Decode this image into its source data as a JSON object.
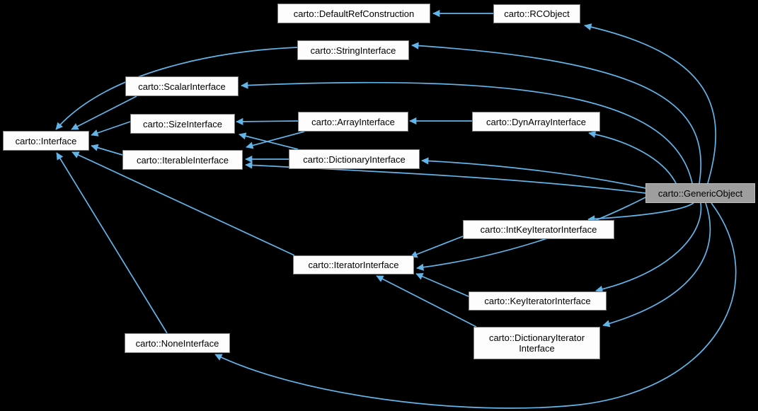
{
  "diagram": {
    "kind": "class-inheritance-graph",
    "colors": {
      "background": "#000000",
      "edge": "#63b4e8",
      "node_fill": "#fdfdfd",
      "node_border": "#7d7d7d",
      "node_text": "#000000",
      "highlight_fill": "#9e9e9e",
      "highlight_border": "#bdbdbd"
    },
    "nodes": [
      {
        "id": "defaultrefconstruction",
        "label": "carto::DefaultRefConstruction",
        "highlighted": false
      },
      {
        "id": "rcobject",
        "label": "carto::RCObject",
        "highlighted": false
      },
      {
        "id": "stringinterface",
        "label": "carto::StringInterface",
        "highlighted": false
      },
      {
        "id": "scalarinterface",
        "label": "carto::ScalarInterface",
        "highlighted": false
      },
      {
        "id": "interface",
        "label": "carto::Interface",
        "highlighted": false
      },
      {
        "id": "sizeinterface",
        "label": "carto::SizeInterface",
        "highlighted": false
      },
      {
        "id": "iterableinterface",
        "label": "carto::IterableInterface",
        "highlighted": false
      },
      {
        "id": "arrayinterface",
        "label": "carto::ArrayInterface",
        "highlighted": false
      },
      {
        "id": "dynarrayinterface",
        "label": "carto::DynArrayInterface",
        "highlighted": false
      },
      {
        "id": "dictionaryinterface",
        "label": "carto::DictionaryInterface",
        "highlighted": false
      },
      {
        "id": "genericobject",
        "label": "carto::GenericObject",
        "highlighted": true
      },
      {
        "id": "intkeyiteratorinterface",
        "label": "carto::IntKeyIteratorInterface",
        "highlighted": false
      },
      {
        "id": "iteratorinterface",
        "label": "carto::IteratorInterface",
        "highlighted": false
      },
      {
        "id": "keyiteratorinterface",
        "label": "carto::KeyIteratorInterface",
        "highlighted": false
      },
      {
        "id": "dictionaryiteratorinterface",
        "label": "carto::DictionaryIterator\nInterface",
        "highlighted": false
      },
      {
        "id": "noneinterface",
        "label": "carto::NoneInterface",
        "highlighted": false
      }
    ],
    "edges": [
      {
        "from": "rcobject",
        "to": "defaultrefconstruction"
      },
      {
        "from": "stringinterface",
        "to": "interface"
      },
      {
        "from": "scalarinterface",
        "to": "interface"
      },
      {
        "from": "sizeinterface",
        "to": "interface"
      },
      {
        "from": "iterableinterface",
        "to": "interface"
      },
      {
        "from": "iteratorinterface",
        "to": "interface"
      },
      {
        "from": "noneinterface",
        "to": "interface"
      },
      {
        "from": "arrayinterface",
        "to": "sizeinterface"
      },
      {
        "from": "arrayinterface",
        "to": "iterableinterface"
      },
      {
        "from": "dictionaryinterface",
        "to": "sizeinterface"
      },
      {
        "from": "dictionaryinterface",
        "to": "iterableinterface"
      },
      {
        "from": "dynarrayinterface",
        "to": "arrayinterface"
      },
      {
        "from": "intkeyiteratorinterface",
        "to": "iteratorinterface"
      },
      {
        "from": "keyiteratorinterface",
        "to": "iteratorinterface"
      },
      {
        "from": "dictionaryiteratorinterface",
        "to": "iteratorinterface"
      },
      {
        "from": "genericobject",
        "to": "rcobject"
      },
      {
        "from": "genericobject",
        "to": "stringinterface"
      },
      {
        "from": "genericobject",
        "to": "scalarinterface"
      },
      {
        "from": "genericobject",
        "to": "dynarrayinterface"
      },
      {
        "from": "genericobject",
        "to": "dictionaryinterface"
      },
      {
        "from": "genericobject",
        "to": "iterableinterface"
      },
      {
        "from": "genericobject",
        "to": "intkeyiteratorinterface"
      },
      {
        "from": "genericobject",
        "to": "iteratorinterface"
      },
      {
        "from": "genericobject",
        "to": "keyiteratorinterface"
      },
      {
        "from": "genericobject",
        "to": "dictionaryiteratorinterface"
      },
      {
        "from": "genericobject",
        "to": "noneinterface"
      }
    ]
  }
}
